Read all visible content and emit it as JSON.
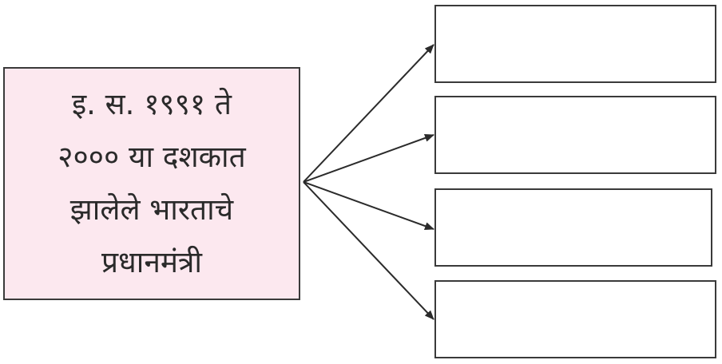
{
  "diagram": {
    "source": {
      "lines": [
        "इ. स. १९९१ ते",
        "२००० या दशकात",
        "झालेले भारताचे",
        "प्रधानमंत्री"
      ]
    },
    "targets": [
      {
        "text": ""
      },
      {
        "text": ""
      },
      {
        "text": ""
      },
      {
        "text": ""
      }
    ],
    "colors": {
      "source_fill": "#fce8ef",
      "border": "#3a3a3a",
      "arrow": "#2b2b2b"
    }
  }
}
